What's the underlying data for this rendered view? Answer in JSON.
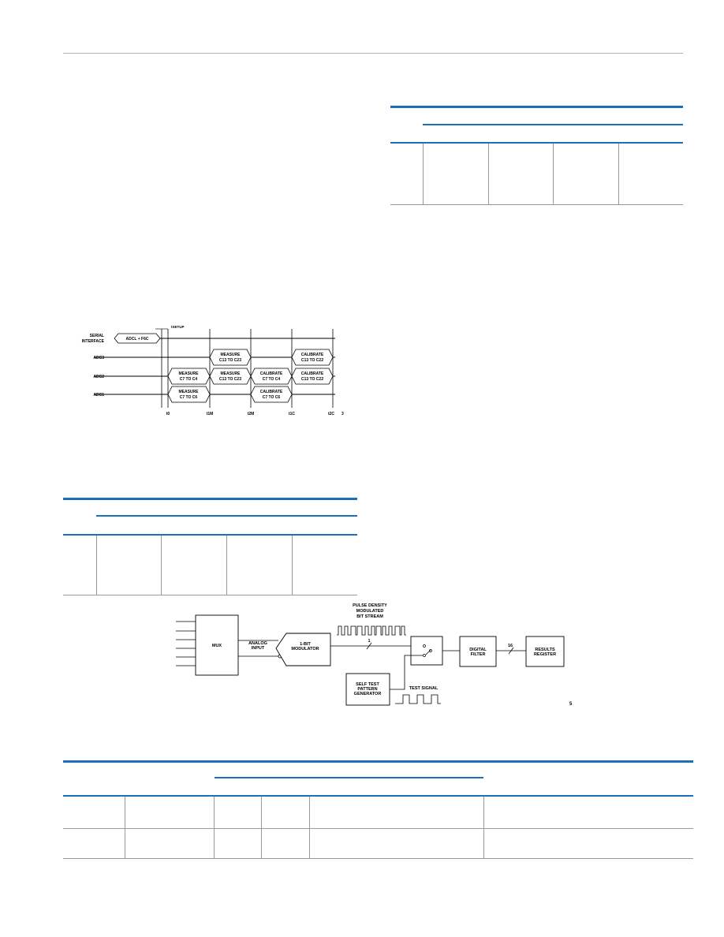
{
  "timing_diagram": {
    "rows": [
      "SERIAL",
      "INTERFACE",
      "ADC3",
      "ADC2",
      "ADC1"
    ],
    "t_setup": "tSETUP",
    "serial_cmd": "ADCL + F6C",
    "adc3": [
      {
        "line1": "MEASURE",
        "line2": "C13 TO C23"
      },
      {
        "line1": "CALIBRATE",
        "line2": "C13 TO C22"
      }
    ],
    "adc2": [
      {
        "line1": "MEASURE",
        "line2": "C7 TO C4"
      },
      {
        "line1": "MEASURE",
        "line2": "C13 TO C23"
      },
      {
        "line1": "CALIBRATE",
        "line2": "C7 TO C4"
      },
      {
        "line1": "CALIBRATE",
        "line2": "C13 TO C22"
      }
    ],
    "adc1": [
      {
        "line1": "MEASURE",
        "line2": "C7 TO C6"
      },
      {
        "line1": "CALIBRATE",
        "line2": "C7 TO C6"
      }
    ],
    "time_labels": [
      "t0",
      "t1M",
      "t2M",
      "t1C",
      "t2C"
    ],
    "footnote_mark": "3"
  },
  "block_diagram": {
    "mux": "MUX",
    "analog_input": [
      "ANALOG",
      "INPUT"
    ],
    "modulator": [
      "1-BIT",
      "MODULATOR"
    ],
    "pulse_label": [
      "PULSE DENSITY",
      "MODULATED",
      "BIT STREAM"
    ],
    "bit_width": "1",
    "digital_filter": [
      "DIGITAL",
      "FILTER"
    ],
    "bus_width": "16",
    "results_register": [
      "RESULTS",
      "REGISTER"
    ],
    "self_test": [
      "SELF TEST",
      "PATTERN",
      "GENERATOR"
    ],
    "test_signal": "TEST SIGNAL",
    "footnote_mark": "5"
  }
}
